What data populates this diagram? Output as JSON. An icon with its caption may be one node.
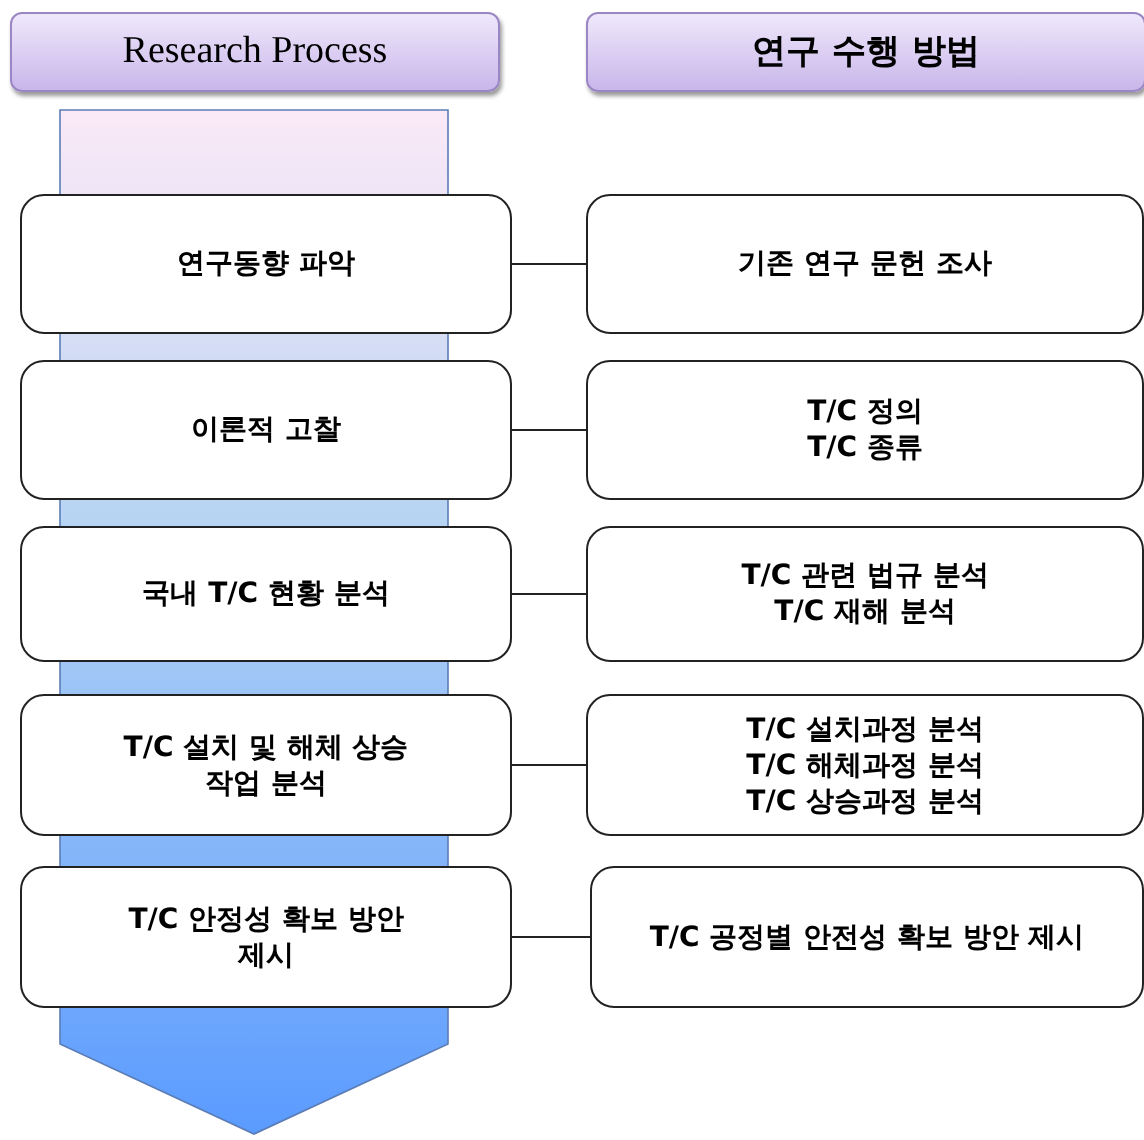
{
  "diagram": {
    "nodes": [
      {
        "text": [
          "Research Process"
        ]
      },
      {
        "text": [
          "연구 수행 방법"
        ]
      },
      {
        "text": [
          "연구동향 파악"
        ]
      },
      {
        "text": [
          "기존 연구 문헌 조사"
        ]
      },
      {
        "text": [
          "이론적 고찰"
        ]
      },
      {
        "text": [
          "T/C 정의",
          "T/C 종류"
        ]
      },
      {
        "text": [
          "국내 T/C 현황 분석"
        ]
      },
      {
        "text": [
          "T/C 관련 법규 분석",
          "T/C 재해 분석"
        ]
      },
      {
        "text": [
          "T/C 설치 및 해체 상승 작업 분석"
        ]
      },
      {
        "text": [
          "T/C 설치과정 분석",
          "T/C 해체과정 분석",
          "T/C 상승과정 분석"
        ]
      },
      {
        "text": [
          "T/C 안정성 확보 방안 제시"
        ]
      },
      {
        "text": [
          "T/C 공정별 안전성 확보 방안 제시"
        ]
      }
    ],
    "edges": [
      {
        "from": 2,
        "to": 3,
        "arrow": "none"
      },
      {
        "from": 4,
        "to": 5,
        "arrow": "none"
      },
      {
        "from": 6,
        "to": 7,
        "arrow": "none"
      },
      {
        "from": 8,
        "to": 9,
        "arrow": "none"
      },
      {
        "from": 10,
        "to": 11,
        "arrow": "none"
      }
    ]
  }
}
